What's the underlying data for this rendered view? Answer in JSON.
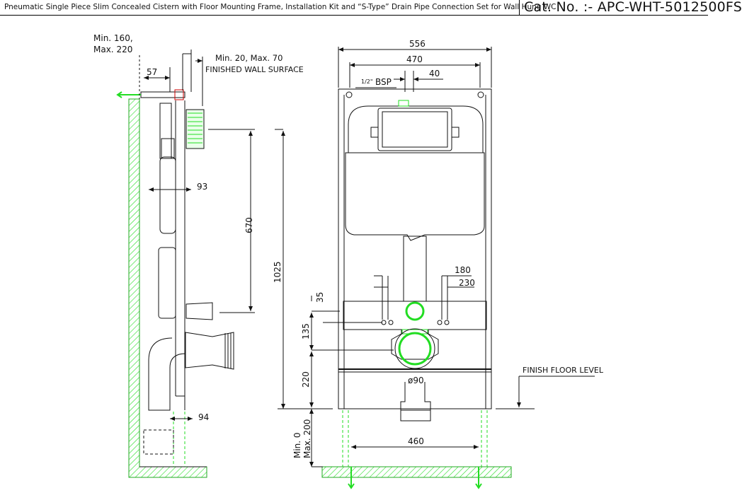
{
  "header": {
    "title": "Pneumatic Single Piece Slim Concealed Cistern with Floor Mounting Frame, Installation Kit and “S-Type” Drain Pipe Connection Set for Wall Hung WC",
    "cat_no": "Cat. No. :- APC-WHT-5012500FS"
  },
  "side_view": {
    "depth_min": "Min. 160,",
    "depth_max": "Max. 220",
    "dim_57": "57",
    "finish_wall_range": "Min. 20, Max. 70",
    "finished_wall_surface": "FINISHED WALL SURFACE",
    "dim_93": "93",
    "dim_670": "670",
    "dim_1025": "1025",
    "dim_94": "94"
  },
  "front_view": {
    "dim_556": "556",
    "dim_470": "470",
    "dim_40": "40",
    "bsp_frac": "1/2\"",
    "bsp": "BSP",
    "dim_35": "35",
    "dim_135": "135",
    "dim_220": "220",
    "dim_180": "180",
    "dim_230": "230",
    "dia_90": "ø90",
    "finish_floor_level": "FINISH FLOOR LEVEL",
    "floor_min": "Min. 0",
    "floor_max": "Max. 200",
    "dim_460": "460"
  },
  "colors": {
    "line": "#111111",
    "accent_green": "#22dd22",
    "accent_red": "#cc0000"
  }
}
